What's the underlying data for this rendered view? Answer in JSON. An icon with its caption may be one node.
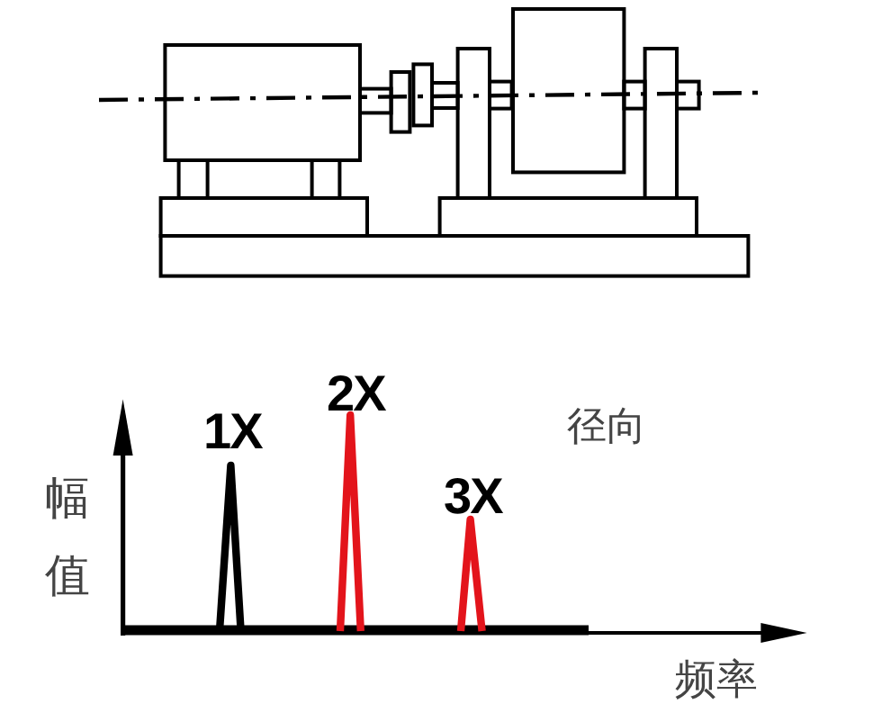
{
  "diagram": {
    "labels": [
      "1X",
      "2X",
      "3X",
      "径向",
      "幅值",
      "频率"
    ]
  }
}
